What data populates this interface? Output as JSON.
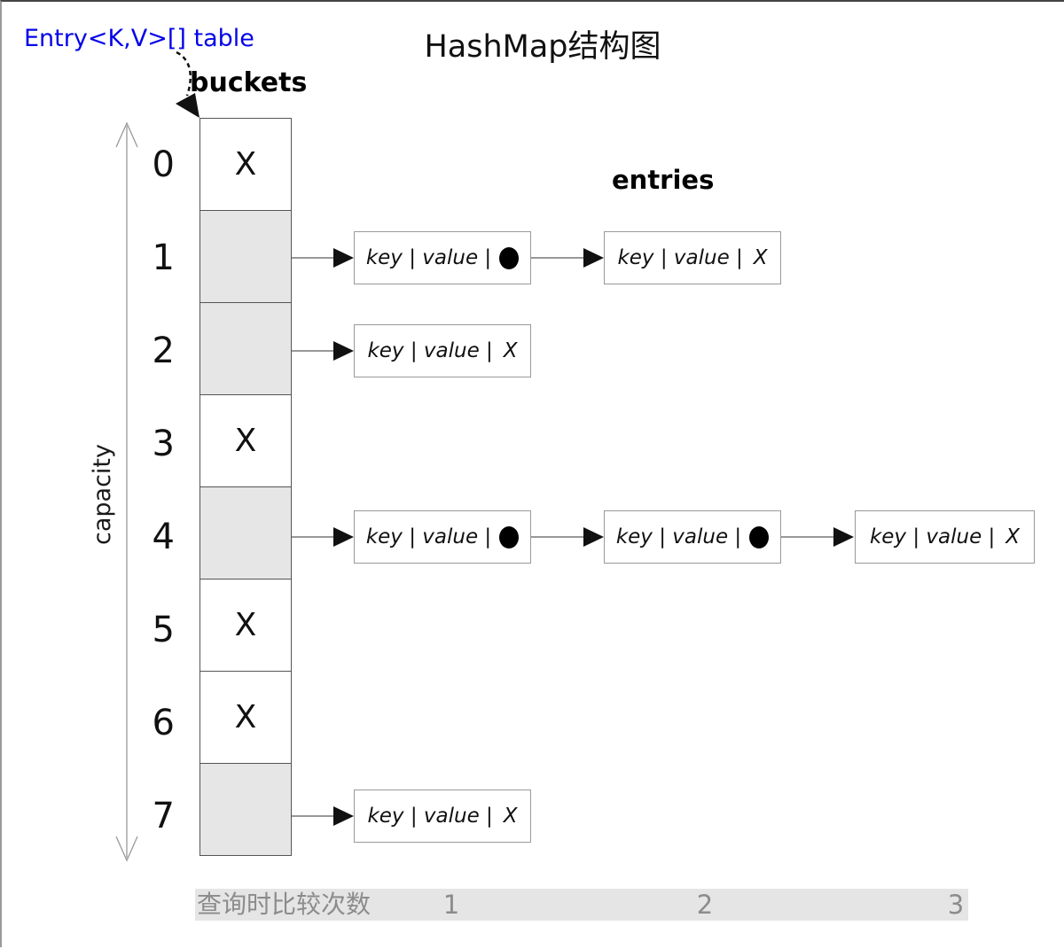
{
  "title": "HashMap结构图",
  "labels": {
    "table_type": "Entry<K,V>[] table",
    "buckets": "buckets",
    "entries": "entries",
    "capacity": "capacity"
  },
  "bucket_array": {
    "null_symbol": "X",
    "cells": [
      {
        "index": "0",
        "occupied": false,
        "content": "X"
      },
      {
        "index": "1",
        "occupied": true,
        "content": "pointer"
      },
      {
        "index": "2",
        "occupied": true,
        "content": "pointer"
      },
      {
        "index": "3",
        "occupied": false,
        "content": "X"
      },
      {
        "index": "4",
        "occupied": true,
        "content": "pointer"
      },
      {
        "index": "5",
        "occupied": false,
        "content": "X"
      },
      {
        "index": "6",
        "occupied": false,
        "content": "X"
      },
      {
        "index": "7",
        "occupied": true,
        "content": "pointer"
      }
    ]
  },
  "entry_chains": [
    {
      "bucket": "1",
      "entries": [
        {
          "label": "key | value |",
          "tail": "pointer"
        },
        {
          "label": "key | value |",
          "tail": "X"
        }
      ]
    },
    {
      "bucket": "2",
      "entries": [
        {
          "label": "key | value |",
          "tail": "X"
        }
      ]
    },
    {
      "bucket": "4",
      "entries": [
        {
          "label": "key | value |",
          "tail": "pointer"
        },
        {
          "label": "key | value |",
          "tail": "pointer"
        },
        {
          "label": "key | value |",
          "tail": "X"
        }
      ]
    },
    {
      "bucket": "7",
      "entries": [
        {
          "label": "key | value |",
          "tail": "X"
        }
      ]
    }
  ],
  "comparison_bar": {
    "label": "查询时比较次数",
    "counts": [
      "1",
      "2",
      "3"
    ]
  },
  "colors": {
    "accent_blue": "#0404e8",
    "bucket_fill_occupied": "#e6e6e6",
    "bar_fill": "#e5e5e5",
    "bar_text": "#8c8c8c"
  }
}
